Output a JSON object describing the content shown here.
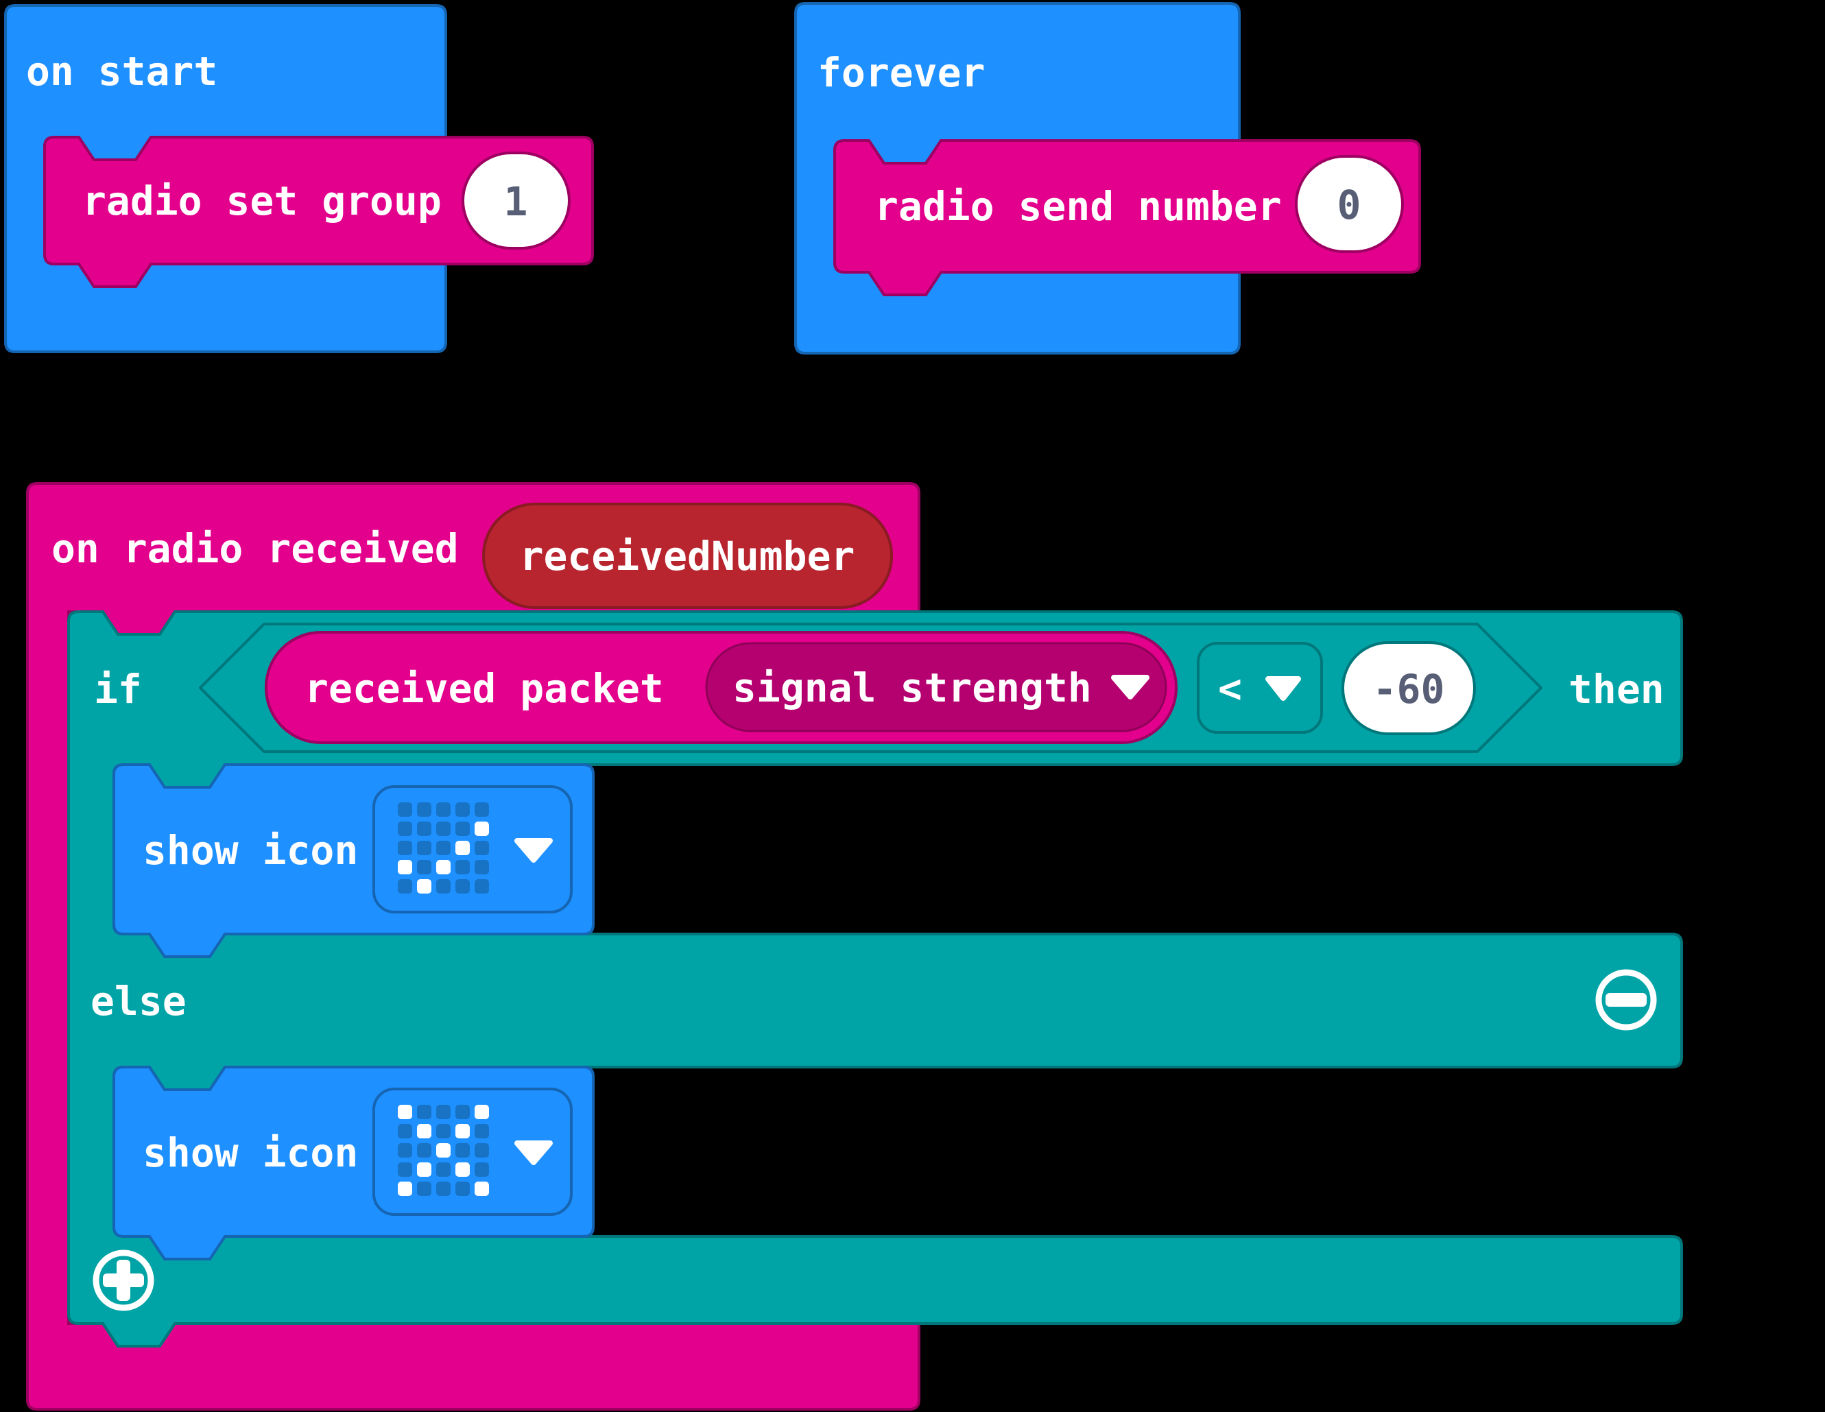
{
  "workspace": {
    "app": "MakeCode micro:bit block editor",
    "background_color": "#000000",
    "colors": {
      "basic_blue": "#1E90FF",
      "basic_blue_border": "#1565B3",
      "radio_pink": "#E3008C",
      "radio_pink_border": "#9E0062",
      "logic_teal": "#00A4A6",
      "logic_teal_border": "#00777B",
      "variable_red": "#B8252F",
      "variable_red_border": "#8A1B23",
      "dropdown_pink": "#B50070",
      "dropdown_pink_border": "#8F0058",
      "field_white": "#FFFFFF",
      "field_text": "#575E75",
      "led_on": "#FFFFFF",
      "led_off": "#1873C4"
    },
    "blocks": {
      "on_start": {
        "label": "on start"
      },
      "radio_set_group": {
        "label": "radio set group",
        "value": "1"
      },
      "forever": {
        "label": "forever"
      },
      "radio_send_number": {
        "label": "radio send number",
        "value": "0"
      },
      "on_radio_received": {
        "label": "on radio received",
        "param": "receivedNumber"
      },
      "if_block": {
        "if_label": "if",
        "then_label": "then",
        "else_label": "else"
      },
      "condition": {
        "left_label": "received packet",
        "dropdown_value": "signal strength",
        "operator": "<",
        "value": "-60"
      },
      "show_icon_then": {
        "label": "show icon",
        "icon_name": "yes-checkmark",
        "pattern": [
          "00000",
          "00001",
          "00010",
          "10100",
          "01000"
        ]
      },
      "show_icon_else": {
        "label": "show icon",
        "icon_name": "no-cross",
        "pattern": [
          "10001",
          "01010",
          "00100",
          "01010",
          "10001"
        ]
      }
    }
  }
}
